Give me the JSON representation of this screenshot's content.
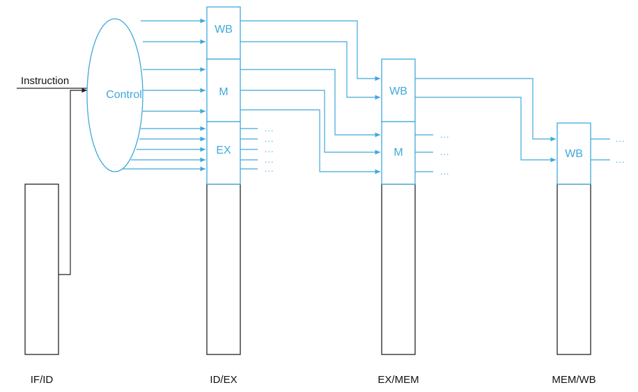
{
  "colors": {
    "control": "#3fa8db",
    "register": "#222222"
  },
  "control_unit": {
    "label": "Control"
  },
  "input": {
    "label": "Instruction"
  },
  "ellipsis": "...",
  "registers": {
    "if_id": "IF/ID",
    "id_ex": "ID/EX",
    "ex_mem": "EX/MEM",
    "mem_wb": "MEM/WB"
  },
  "fields": {
    "id_ex_wb": "WB",
    "id_ex_m": "M",
    "id_ex_ex": "EX",
    "ex_mem_wb": "WB",
    "ex_mem_m": "M",
    "mem_wb_wb": "WB"
  }
}
